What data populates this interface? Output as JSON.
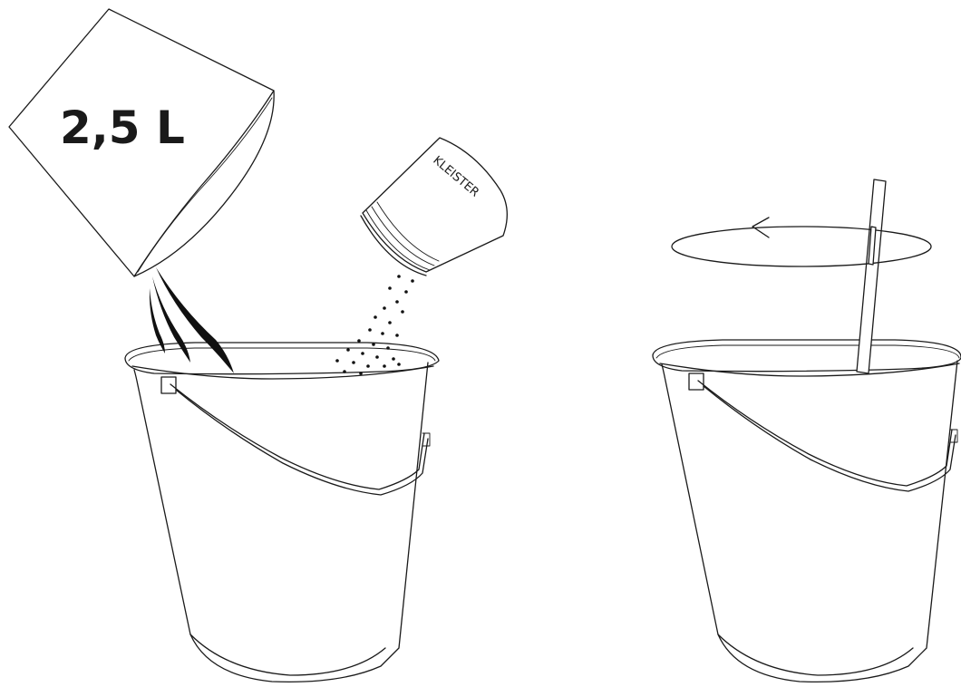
{
  "volume_label": "2,5 L",
  "paste_can_label": "KLEISTER",
  "stir_direction": "counter-clockwise",
  "colors": {
    "line": "#1a1a1a",
    "background": "#ffffff"
  }
}
